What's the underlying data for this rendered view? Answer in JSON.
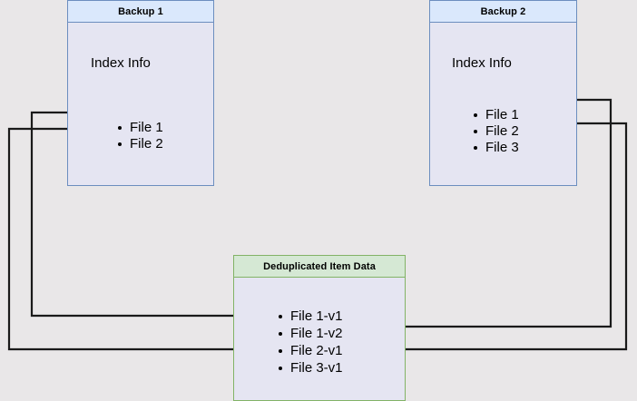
{
  "diagram": {
    "title": "Backup deduplication index diagram",
    "background_color": "#e9e7e8",
    "colors": {
      "backup_border": "#6c8ebf",
      "backup_header_fill": "#dae8fc",
      "dedup_border": "#82b366",
      "dedup_header_fill": "#d5e8d4",
      "body_fill": "#e5e5f2",
      "connector": "#1a1a1a"
    }
  },
  "backup1": {
    "title": "Backup 1",
    "section_label": "Index Info",
    "files": [
      {
        "label": "File 1"
      },
      {
        "label": "File 2"
      }
    ]
  },
  "backup2": {
    "title": "Backup 2",
    "section_label": "Index Info",
    "files": [
      {
        "label": "File 1"
      },
      {
        "label": "File 2"
      },
      {
        "label": "File 3"
      }
    ]
  },
  "dedup": {
    "title": "Deduplicated Item Data",
    "items": [
      {
        "label": "File 1-v1"
      },
      {
        "label": "File 1-v2"
      },
      {
        "label": "File 2-v1"
      },
      {
        "label": "File 3-v1"
      }
    ]
  },
  "connections": [
    {
      "name": "backup1-file1-to-file1v1",
      "from": "Backup 1 / File 1",
      "to": "Deduplicated Item Data / File 1-v1",
      "side": "left"
    },
    {
      "name": "backup1-file2-to-file2v1",
      "from": "Backup 1 / File 2",
      "to": "Deduplicated Item Data / File 2-v1",
      "side": "left"
    },
    {
      "name": "backup2-file1-to-file1v2",
      "from": "Backup 2 / File 1",
      "to": "Deduplicated Item Data / File 1-v2",
      "side": "right"
    },
    {
      "name": "backup2-file2-to-file2v1",
      "from": "Backup 2 / File 2",
      "to": "Deduplicated Item Data / File 2-v1",
      "side": "right"
    }
  ]
}
